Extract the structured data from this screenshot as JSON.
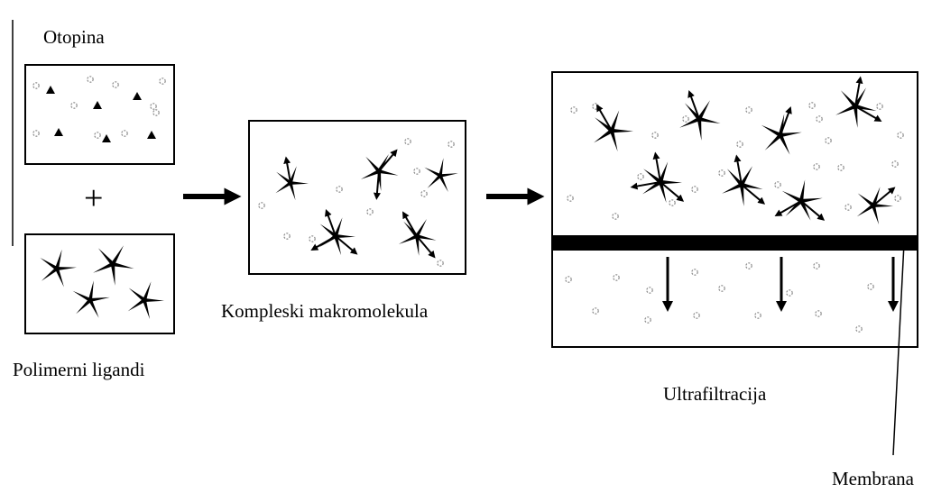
{
  "labels": {
    "solution": "Otopina",
    "polymer_ligands": "Polimerni ligandi",
    "complexes": "Kompleski makromolekula",
    "ultrafiltration": "Ultrafiltracija",
    "membrane": "Membrana",
    "plus": "+"
  },
  "colors": {
    "ink": "#000000",
    "background": "#ffffff",
    "ion": "#888888"
  }
}
